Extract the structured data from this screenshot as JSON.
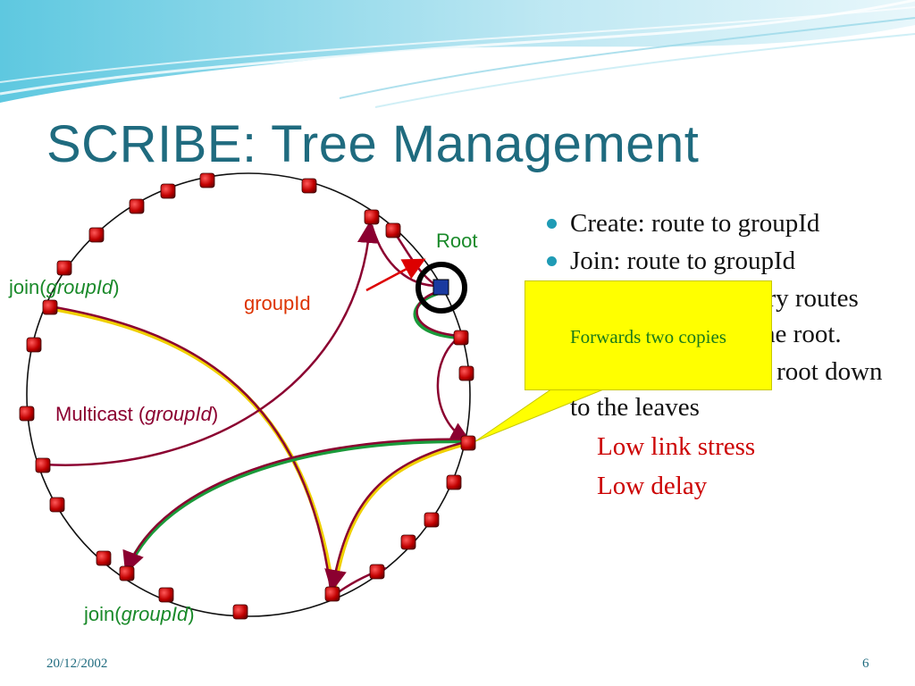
{
  "slide": {
    "title": "SCRIBE: Tree Management",
    "date": "20/12/2002",
    "page_number": "6"
  },
  "diagram": {
    "root_label": "Root",
    "groupid_label": "groupId",
    "join_prefix": "join(",
    "join_arg": "groupId",
    "join_suffix": ")",
    "multicast_prefix": "Multicast (",
    "multicast_arg": "groupId",
    "multicast_suffix": ")",
    "colors": {
      "ring": "#111111",
      "node": "#cc0000",
      "path": "#8b0030",
      "join_path": "#f0d000",
      "forward_path": "#1a9a3a",
      "root_circle": "#000000",
      "arrow": "#dd0000",
      "label_join": "#1a8a2a",
      "label_groupid": "#dd3300",
      "label_multicast": "#8b0030",
      "label_root": "#1a8a2a"
    }
  },
  "bullets": [
    {
      "text": "Create: route to groupId"
    },
    {
      "text": "Join: route to groupId"
    },
    {
      "text": "Tree: union of Pastry routes from members to the root."
    },
    {
      "text": "Multicast: from the root down to the leaves"
    }
  ],
  "sub_bullets": [
    "Low link stress",
    "Low delay"
  ],
  "callout": {
    "text": "Forwards two copies",
    "fill": "#ffff00"
  }
}
